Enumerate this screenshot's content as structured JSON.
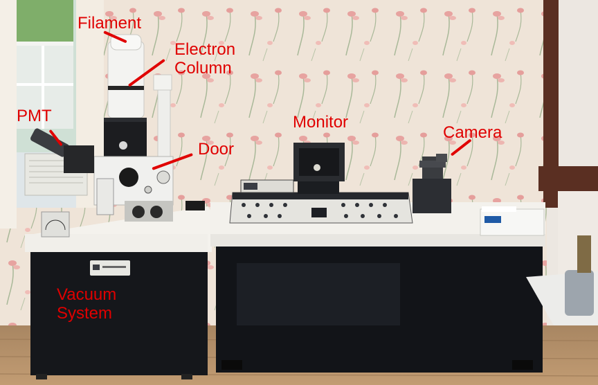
{
  "colors": {
    "label": "#e00000",
    "wallpaper": "#efe4d8",
    "counter": "#f3f1ec",
    "cabinet": "#16181c",
    "floor": "#b08a63"
  },
  "labels": {
    "filament": "Filament",
    "electron_column_line1": "Electron",
    "electron_column_line2": "Column",
    "pmt": "PMT",
    "monitor": "Monitor",
    "camera": "Camera",
    "door": "Door",
    "vacuum_system_line1": "Vacuum",
    "vacuum_system_line2": "System"
  }
}
